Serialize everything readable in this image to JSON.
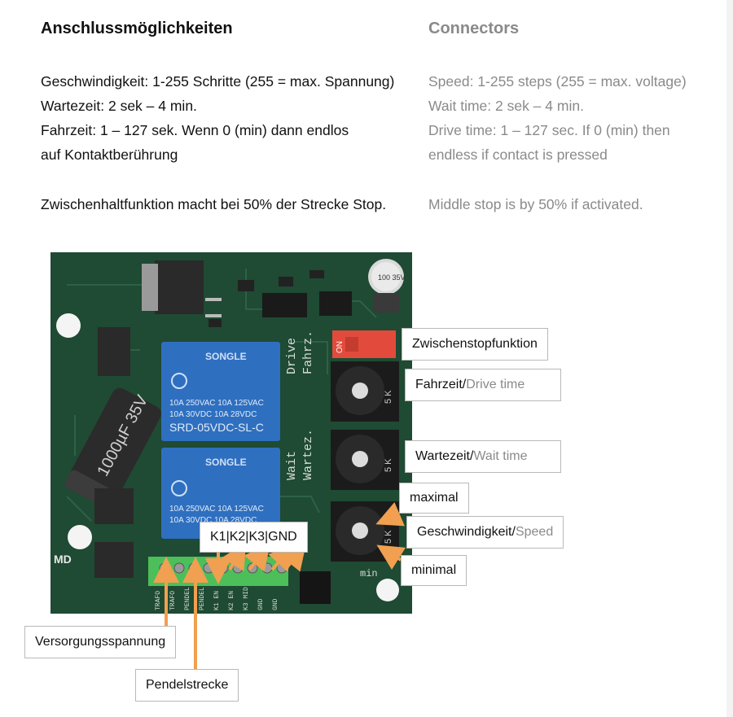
{
  "german": {
    "heading": "Anschlussmöglichkeiten",
    "lines": [
      "Geschwindigkeit: 1-255 Schritte (255 = max. Spannung)",
      "Wartezeit: 2 sek – 4 min.",
      "Fahrzeit: 1 – 127 sek. Wenn 0 (min) dann endlos",
      "auf Kontaktberührung",
      "Zwischenhaltfunktion macht bei 50% der Strecke Stop."
    ]
  },
  "english": {
    "heading": "Connectors",
    "lines": [
      "Speed: 1-255 steps (255 = max. voltage)",
      "Wait time: 2 sek – 4 min.",
      "Drive time: 1 – 127  sec. If 0 (min) then",
      "endless if contact is pressed",
      "Middle stop is by 50% if activated."
    ]
  },
  "board": {
    "relay_brand": "SONGLE",
    "relay_rating_1": "10A 250VAC  10A 125VAC",
    "relay_rating_2": "10A  30VDC  10A  28VDC",
    "relay_model": "SRD-05VDC-SL-C",
    "capacitor_text": "1000µF 35V",
    "cap_small_text": "100 35V",
    "switch_text": "ON",
    "pot_text": "5 K",
    "silk_1": "Drive",
    "silk_2": "Fahrz.",
    "silk_3": "Wait",
    "silk_4": "Wartez.",
    "silk_5": "min",
    "logo": "MD",
    "terminal_labels": [
      "TRAFO",
      "TRAFO",
      "PENDEL",
      "PENDEL",
      "K1 EN",
      "K2 EN",
      "K3 MID",
      "GND",
      "GND"
    ]
  },
  "callouts": {
    "zwischenstop": "Zwischenstopfunktion",
    "fahrzeit_de": "Fahrzeit/",
    "fahrzeit_en": "Drive time",
    "wartezeit_de": "Wartezeit/",
    "wartezeit_en": "Wait time",
    "maximal": "maximal",
    "geschw_de": "Geschwindigkeit/",
    "geschw_en": "Speed",
    "minimal": "minimal",
    "k_labels": "K1|K2|K3|GND",
    "versorgung": "Versorgungsspannung",
    "pendel": "Pendelstrecke"
  },
  "colors": {
    "arrow": "#f0a050",
    "pcb": "#1f4a33",
    "relay": "#2f6fc0",
    "terminal": "#4cbf5a",
    "switch": "#e24b3c"
  }
}
